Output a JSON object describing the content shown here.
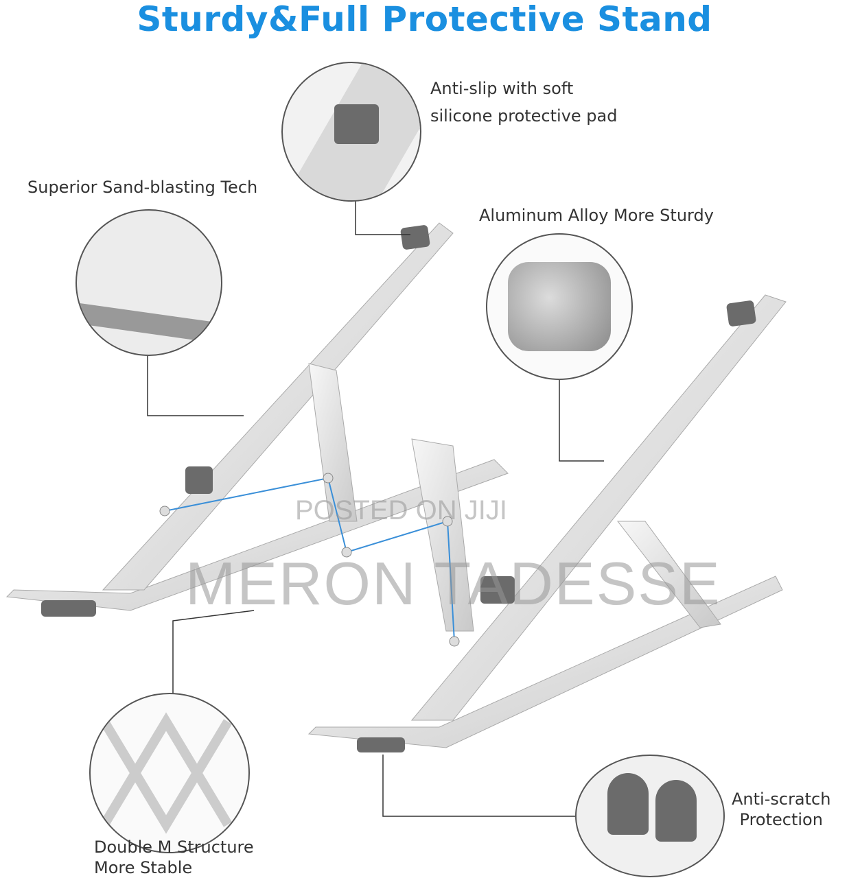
{
  "title": "Sturdy&Full Protective Stand",
  "features": [
    {
      "id": "pad",
      "text_line1": "Anti-slip with soft",
      "text_line2": "silicone protective pad"
    },
    {
      "id": "sand",
      "text_line1": "Superior Sand-blasting Tech"
    },
    {
      "id": "alloy",
      "text_line1": "Aluminum Alloy More Sturdy"
    },
    {
      "id": "structure",
      "text_line1": "Double M Structure",
      "text_line2": "More Stable"
    },
    {
      "id": "scratch",
      "text_line1": "Anti-scratch",
      "text_line2": "Protection"
    }
  ],
  "watermark": {
    "line1": "POSTED ON JIJI",
    "line2": "MERON TADESSE"
  },
  "colors": {
    "title": "#1a8fe0",
    "structure_lines": "#3a8fd8",
    "text": "#333333"
  }
}
